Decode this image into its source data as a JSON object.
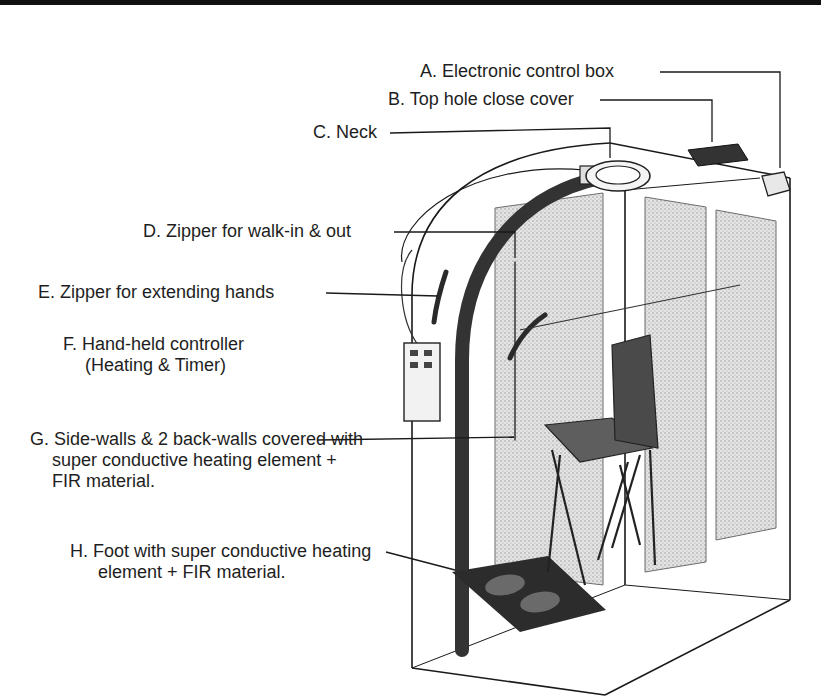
{
  "diagram": {
    "labels": [
      "A. Electronic control box",
      "B. Top hole close cover",
      "C. Neck",
      "D. Zipper for walk-in & out",
      "E. Zipper for extending hands",
      "F. Hand-held controller (Heating & Timer)",
      "G. Side-walls & 2 back-walls covered with super conductive heating element + FIR material.",
      "H. Foot with super conductive heating element + FIR material."
    ]
  }
}
